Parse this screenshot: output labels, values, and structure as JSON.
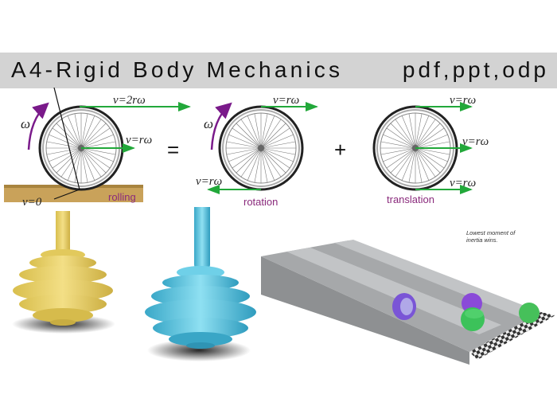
{
  "header": {
    "title": "A4-Rigid Body Mechanics",
    "formats": "pdf,ppt,odp",
    "background": "#d3d3d3"
  },
  "diagram": {
    "panels": [
      {
        "label": "rolling",
        "omega": "ω",
        "top_velocity": "v=2rω",
        "center_velocity": "v=rω",
        "contact_velocity": "v=0"
      },
      {
        "label": "rotation",
        "omega": "ω",
        "top_velocity": "v=rω",
        "bottom_velocity": "v=rω"
      },
      {
        "label": "translation",
        "top_velocity": "v=rω",
        "center_velocity": "v=rω",
        "bottom_velocity": "v=rω"
      }
    ],
    "operators": {
      "equals": "=",
      "plus": "+"
    },
    "colors": {
      "arrow": "#22a83a",
      "omega_arrow": "#7a1a8a",
      "label": "#8a2a7c",
      "ground": "#c9a25a"
    }
  },
  "scene": {
    "tops": [
      {
        "name": "yellow-top",
        "color": "#e8d16a"
      },
      {
        "name": "blue-top",
        "color": "#5cc6e0"
      }
    ],
    "ramp": {
      "note": "Lowest moment of inertia wins.",
      "objects": [
        {
          "name": "purple-ring",
          "color": "#7a55d6"
        },
        {
          "name": "purple-sphere",
          "color": "#8a4ad8"
        },
        {
          "name": "green-cylinder",
          "color": "#3cc25a"
        },
        {
          "name": "green-sphere",
          "color": "#46c05a"
        }
      ]
    }
  }
}
